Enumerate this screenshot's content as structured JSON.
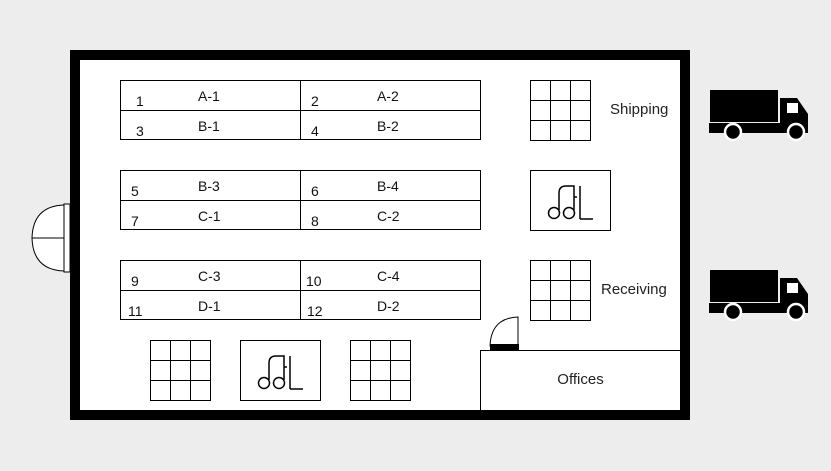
{
  "racks": [
    {
      "cells": [
        {
          "num": "1",
          "code": "A-1"
        },
        {
          "num": "2",
          "code": "A-2"
        },
        {
          "num": "3",
          "code": "B-1"
        },
        {
          "num": "4",
          "code": "B-2"
        }
      ]
    },
    {
      "cells": [
        {
          "num": "5",
          "code": "B-3"
        },
        {
          "num": "6",
          "code": "B-4"
        },
        {
          "num": "7",
          "code": "C-1"
        },
        {
          "num": "8",
          "code": "C-2"
        }
      ]
    },
    {
      "cells": [
        {
          "num": "9",
          "code": "C-3"
        },
        {
          "num": "10",
          "code": "C-4"
        },
        {
          "num": "11",
          "code": "D-1"
        },
        {
          "num": "12",
          "code": "D-2"
        }
      ]
    }
  ],
  "docks": {
    "shipping_label": "Shipping",
    "receiving_label": "Receiving"
  },
  "offices_label": "Offices",
  "icons": {
    "truck": "truck-icon",
    "forklift": "forklift-icon",
    "pallet": "pallet-grid-icon",
    "door": "door-swing-icon"
  },
  "colors": {
    "background": "#ededed",
    "walls": "#000000",
    "floor": "#ffffff"
  }
}
